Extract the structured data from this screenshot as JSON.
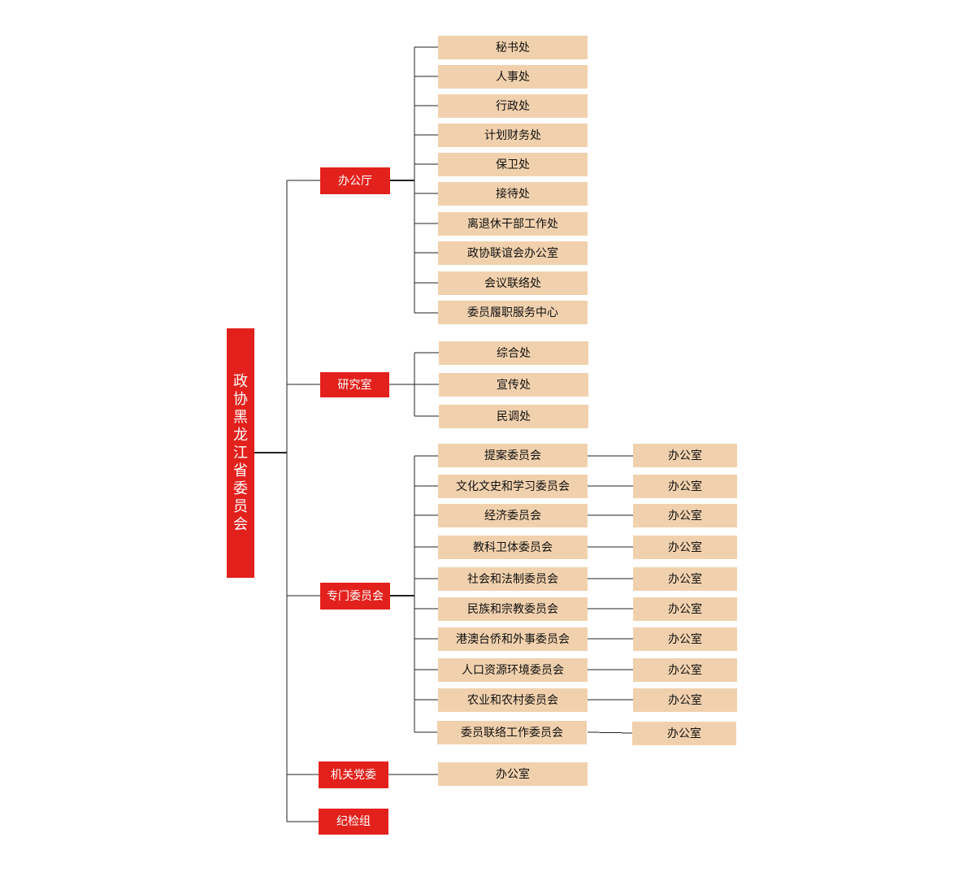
{
  "root": {
    "label": "政协黑龙江省委员会"
  },
  "colors": {
    "primary": "#e3211c",
    "secondary": "#f1d1ad",
    "line": "#222222"
  },
  "branches": [
    {
      "label": "办公厅",
      "children": [
        {
          "label": "秘书处"
        },
        {
          "label": "人事处"
        },
        {
          "label": "行政处"
        },
        {
          "label": "计划财务处"
        },
        {
          "label": "保卫处"
        },
        {
          "label": "接待处"
        },
        {
          "label": "离退休干部工作处"
        },
        {
          "label": "政协联谊会办公室"
        },
        {
          "label": "会议联络处"
        },
        {
          "label": "委员履职服务中心"
        }
      ]
    },
    {
      "label": "研究室",
      "children": [
        {
          "label": "综合处"
        },
        {
          "label": "宣传处"
        },
        {
          "label": "民调处"
        }
      ]
    },
    {
      "label": "专门委员会",
      "children": [
        {
          "label": "提案委员会",
          "office": "办公室"
        },
        {
          "label": "文化文史和学习委员会",
          "office": "办公室"
        },
        {
          "label": "经济委员会",
          "office": "办公室"
        },
        {
          "label": "教科卫体委员会",
          "office": "办公室"
        },
        {
          "label": "社会和法制委员会",
          "office": "办公室"
        },
        {
          "label": "民族和宗教委员会",
          "office": "办公室"
        },
        {
          "label": "港澳台侨和外事委员会",
          "office": "办公室"
        },
        {
          "label": "人口资源环境委员会",
          "office": "办公室"
        },
        {
          "label": "农业和农村委员会",
          "office": "办公室"
        },
        {
          "label": "委员联络工作委员会",
          "office": "办公室"
        }
      ]
    },
    {
      "label": "机关党委",
      "children": [
        {
          "label": "办公室"
        }
      ]
    },
    {
      "label": "纪检组",
      "children": []
    }
  ]
}
